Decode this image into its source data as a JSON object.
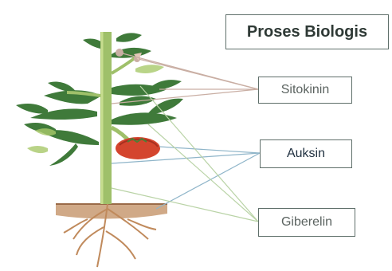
{
  "title": "Proses Biologis",
  "labels": {
    "sitokinin": "Sitokinin",
    "auksin": "Auksin",
    "giberelin": "Giberelin"
  },
  "colors": {
    "background": "#ffffff",
    "box_border": "#5f6f6a",
    "stem": "#9fc06a",
    "leaf": "#3f7a3a",
    "fruit": "#d4452e",
    "soil": "#c89a72",
    "sitokinin_line": "#c9aea3",
    "auksin_line": "#8fb5c9",
    "giberelin_line": "#b9d3a6"
  }
}
